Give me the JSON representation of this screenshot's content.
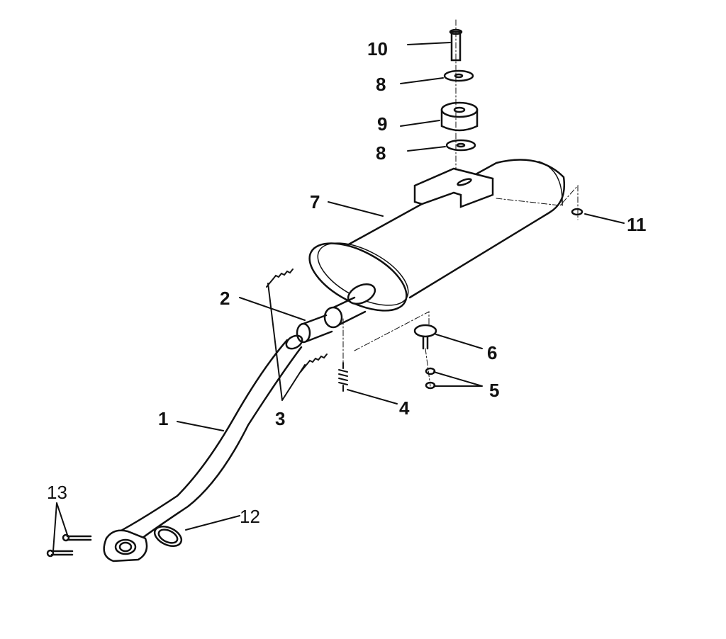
{
  "diagram": {
    "type": "exploded parts diagram",
    "callouts": [
      {
        "id": "10",
        "label": "10"
      },
      {
        "id": "8a",
        "label": "8"
      },
      {
        "id": "9",
        "label": "9"
      },
      {
        "id": "8b",
        "label": "8"
      },
      {
        "id": "7",
        "label": "7"
      },
      {
        "id": "11",
        "label": "11"
      },
      {
        "id": "2",
        "label": "2"
      },
      {
        "id": "6",
        "label": "6"
      },
      {
        "id": "5",
        "label": "5"
      },
      {
        "id": "4",
        "label": "4"
      },
      {
        "id": "3",
        "label": "3"
      },
      {
        "id": "1",
        "label": "1"
      },
      {
        "id": "13",
        "label": "13"
      },
      {
        "id": "12",
        "label": "12"
      }
    ],
    "line_color": "#111111",
    "background": "#ffffff"
  }
}
